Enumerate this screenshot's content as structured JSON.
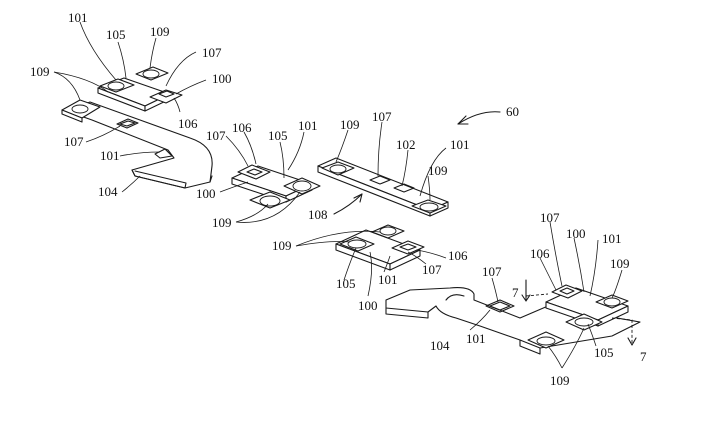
{
  "figure": {
    "labels": {
      "l101a": "101",
      "l105a": "105",
      "l109a": "109",
      "l107a": "107",
      "l109b": "109",
      "l100a": "100",
      "l106a": "106",
      "l107b": "107",
      "l101b": "101",
      "l104a": "104",
      "l107c": "107",
      "l106b": "106",
      "l105b": "105",
      "l101c": "101",
      "l100b": "100",
      "l109c": "109",
      "l109d": "109",
      "l107d": "107",
      "l102": "102",
      "l101d": "101",
      "l109e": "109",
      "l108": "108",
      "l60": "60",
      "l109f": "109",
      "l106c": "106",
      "l105c": "105",
      "l101e": "101",
      "l107e": "107",
      "l100c": "100",
      "l107f": "107",
      "l106d": "106",
      "l100d": "100",
      "l101f": "101",
      "l109g": "109",
      "l7a": "7",
      "l104b": "104",
      "l101g": "101",
      "l105d": "105",
      "l109h": "109",
      "l7b": "7"
    }
  }
}
